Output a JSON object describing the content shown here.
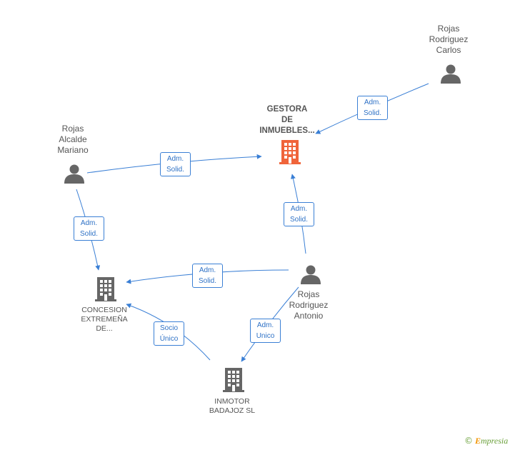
{
  "colors": {
    "edge": "#3a7fd5",
    "person_icon": "#666666",
    "company_icon": "#666666",
    "focus_company_icon": "#f0643a",
    "label_text": "#555555"
  },
  "nodes": {
    "gestora": {
      "label": "GESTORA\nDE\nINMUEBLES...",
      "icon": "building-icon"
    },
    "carlos": {
      "label": "Rojas\nRodriguez\nCarlos",
      "icon": "person-icon"
    },
    "mariano": {
      "label": "Rojas\nAlcalde\nMariano",
      "icon": "person-icon"
    },
    "antonio": {
      "label": "Rojas\nRodriguez\nAntonio",
      "icon": "person-icon"
    },
    "concesion": {
      "label": "CONCESION\nEXTREMEÑA\nDE...",
      "icon": "building-icon"
    },
    "inmotor": {
      "label": "INMOTOR\nBADAJOZ SL",
      "icon": "building-icon"
    }
  },
  "edges": {
    "carlos_gestora": "Adm.\nSolid.",
    "mariano_gestora": "Adm.\nSolid.",
    "mariano_concesion": "Adm.\nSolid.",
    "antonio_gestora": "Adm.\nSolid.",
    "antonio_concesion": "Adm.\nSolid.",
    "antonio_inmotor": "Adm.\nUnico",
    "inmotor_concesion": "Socio\nÚnico"
  },
  "brand": {
    "copyright": "©",
    "name_initial": "E",
    "name_rest": "mpresia"
  }
}
